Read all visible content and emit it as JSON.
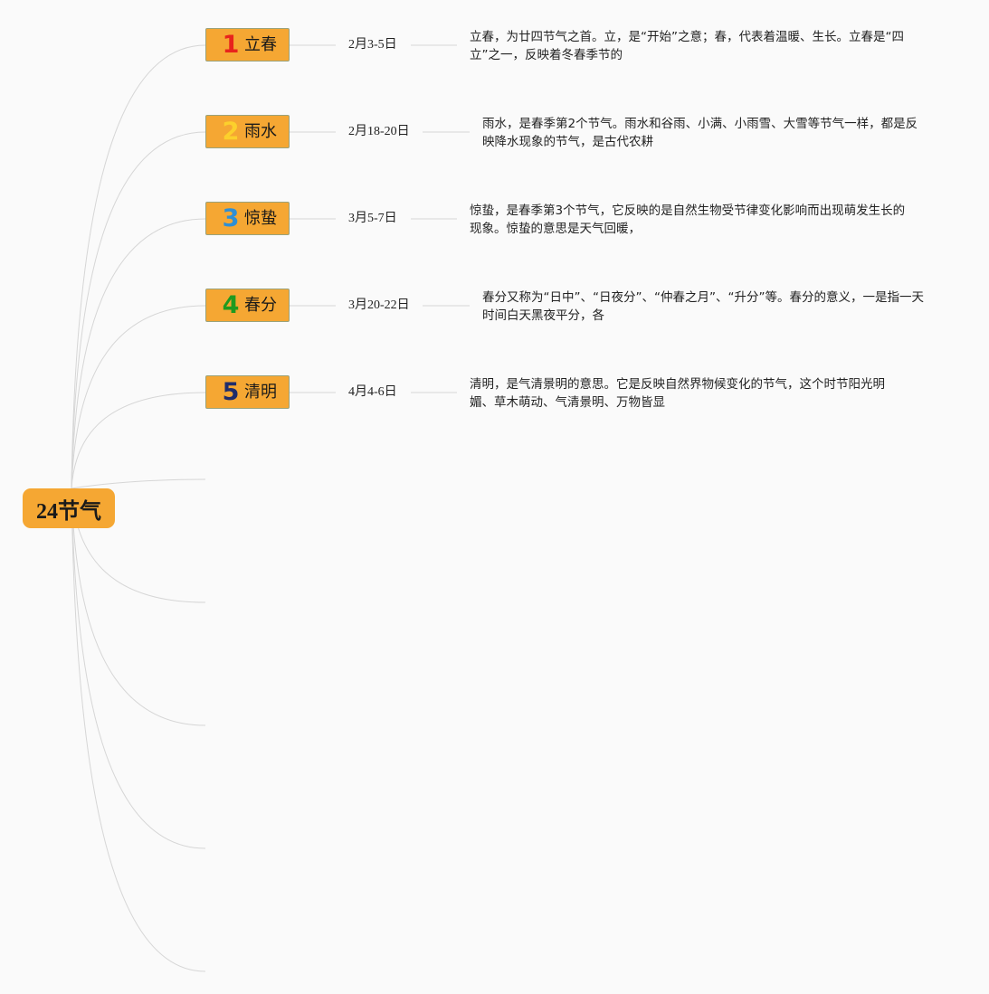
{
  "root": {
    "label": "24节气"
  },
  "terms": [
    {
      "number": "1",
      "name": "立春",
      "num_color": "#e8231c",
      "date": "2月3-5日",
      "desc_line1": "立春，为廿四节气之首。立，是“开始”之意；春，代表着温暖、生长。立春是“四",
      "desc_line2": "立”之一，反映着冬春季节的"
    },
    {
      "number": "2",
      "name": "雨水",
      "num_color": "#fcd02c",
      "date": "2月18-20日",
      "desc_line1": "雨水，是春季第2个节气。雨水和谷雨、小满、小雨雪、大雪等节气一样，都是反",
      "desc_line2": "映降水现象的节气，是古代农耕"
    },
    {
      "number": "3",
      "name": "惊蛰",
      "num_color": "#2f8fd4",
      "date": "3月5-7日",
      "desc_line1": "惊蛰，是春季第3个节气，它反映的是自然生物受节律变化影响而出现萌发生长的",
      "desc_line2": "现象。惊蛰的意思是天气回暖，"
    },
    {
      "number": "4",
      "name": "春分",
      "num_color": "#1f9a1f",
      "date": "3月20-22日",
      "desc_line1": "春分又称为“日中”、“日夜分”、“仲春之月”、“升分”等。春分的意义，一是指一天",
      "desc_line2": "时间白天黑夜平分，各"
    },
    {
      "number": "5",
      "name": "清明",
      "num_color": "#1f2d6b",
      "date": "4月4-6日",
      "desc_line1": "清明，是气清景明的意思。它是反映自然界物候变化的节气，这个时节阳光明",
      "desc_line2": "媚、草木萌动、气清景明、万物皆显"
    }
  ],
  "colors": {
    "node_fill": "#f5a733",
    "node_border": "#9aa27a",
    "link": "#d6d6d6",
    "background": "#fafafa"
  }
}
